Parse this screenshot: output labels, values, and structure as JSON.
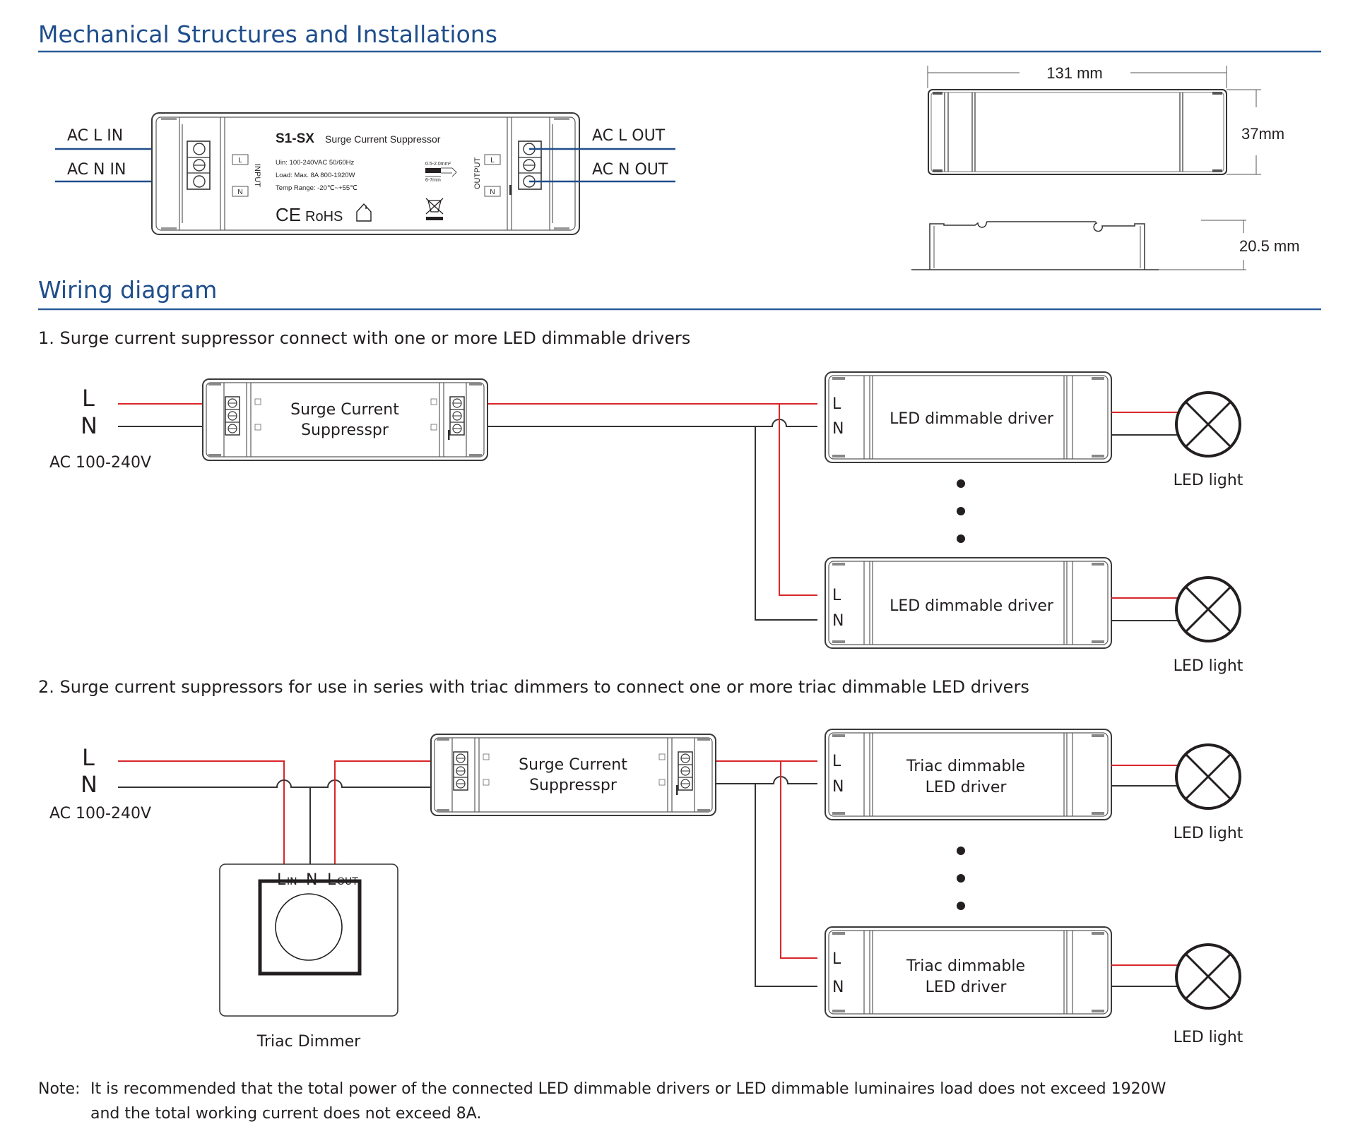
{
  "sections": {
    "mechanical": {
      "title": "Mechanical Structures and Installations",
      "device": {
        "model": "S1-SX",
        "name": "Surge Current Suppressor",
        "specs": [
          "Uin: 100-240VAC  50/60Hz",
          "Load: Max.  8A  800-1920W",
          "Temp Range: -20℃~+55℃"
        ],
        "certifications": "RoHS",
        "ce_mark": "CE",
        "wire_gauge": "0.5-2.0mm²",
        "strip_length": "6-7mm",
        "input_label": "INPUT",
        "output_label": "OUTPUT",
        "terminal_l": "L",
        "terminal_n": "N",
        "icons": [
          "ce-mark-icon",
          "rohs-icon",
          "indoor-use-house-icon",
          "weee-bin-icon",
          "wire-strip-icon"
        ]
      },
      "callouts": {
        "ac_l_in": "AC L IN",
        "ac_n_in": "AC N IN",
        "ac_l_out": "AC L  OUT",
        "ac_n_out": "AC N  OUT"
      },
      "dimensions": {
        "length": "131 mm",
        "width": "37mm",
        "height": "20.5 mm"
      }
    },
    "wiring": {
      "title": "Wiring diagram",
      "diagram1": {
        "caption": "1. Surge current suppressor connect with one or more LED dimmable drivers",
        "source_l": "L",
        "source_n": "N",
        "source_voltage": "AC 100-240V",
        "suppressor_line1": "Surge Current",
        "suppressor_line2": "Suppresspr",
        "drivers": [
          {
            "label": "LED dimmable driver",
            "l": "L",
            "n": "N",
            "lamp": "LED light"
          },
          {
            "label": "LED dimmable driver",
            "l": "L",
            "n": "N",
            "lamp": "LED light"
          }
        ],
        "ellipsis": "• • •"
      },
      "diagram2": {
        "caption": "2. Surge current suppressors for use in series with triac dimmers to connect one or more triac dimmable LED drivers",
        "source_l": "L",
        "source_n": "N",
        "source_voltage": "AC 100-240V",
        "suppressor_line1": "Surge Current",
        "suppressor_line2": "Suppresspr",
        "dimmer": {
          "terminal_lin_main": "L",
          "terminal_lin_sub": "IN",
          "terminal_n": "N",
          "terminal_lout_main": "L",
          "terminal_lout_sub": "OUT",
          "label": "Triac Dimmer"
        },
        "drivers": [
          {
            "label_line1": "Triac dimmable",
            "label_line2": "LED driver",
            "l": "L",
            "n": "N",
            "lamp": "LED light"
          },
          {
            "label_line1": "Triac dimmable",
            "label_line2": "LED driver",
            "l": "L",
            "n": "N",
            "lamp": "LED light"
          }
        ]
      }
    }
  },
  "note": {
    "prefix": "Note:",
    "line1": "It is recommended that the total power of the connected LED dimmable drivers or LED dimmable luminaires load does not exceed 1920W",
    "line2": "and the total working current does not exceed 8A."
  },
  "colors": {
    "heading": "#1f4e8c",
    "live_wire": "#d9262b",
    "neutral_wire": "#333333",
    "callout_line": "#1f4e8c"
  }
}
